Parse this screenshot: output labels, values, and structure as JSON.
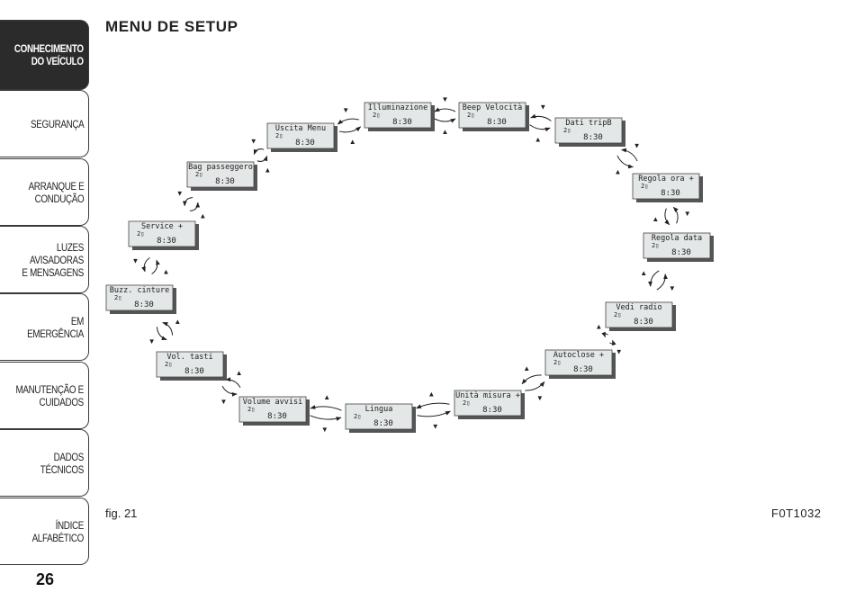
{
  "sidebar": {
    "tabs": [
      {
        "label": "CONHECIMENTO\nDO VEÍCULO",
        "active": true
      },
      {
        "label": "SEGURANÇA",
        "active": false
      },
      {
        "label": "ARRANQUE E\nCONDUÇÃO",
        "active": false
      },
      {
        "label": "LUZES AVISADORAS\nE MENSAGENS",
        "active": false
      },
      {
        "label": "EM EMERGÊNCIA",
        "active": false
      },
      {
        "label": "MANUTENÇÃO E\nCUIDADOS",
        "active": false
      },
      {
        "label": "DADOS TÉCNICOS",
        "active": false
      },
      {
        "label": "ÍNDICE ALFABÉTICO",
        "active": false
      }
    ]
  },
  "page_number": "26",
  "section_title": "MENU DE SETUP",
  "figure": {
    "label": "fig. 21",
    "code": "F0T1032",
    "screens": [
      {
        "title": "Illuminazione",
        "sub": "2▯",
        "time": "8:30"
      },
      {
        "title": "Beep Velocità",
        "sub": "2▯",
        "time": "8:30"
      },
      {
        "title": "Dati tripB",
        "sub": "2▯",
        "time": "8:30"
      },
      {
        "title": "Regola ora  +",
        "sub": "2▯",
        "time": "8:30"
      },
      {
        "title": "Regola data",
        "sub": "2▯",
        "time": "8:30"
      },
      {
        "title": "Vedi radio",
        "sub": "2▯",
        "time": "8:30"
      },
      {
        "title": "Autoclose  +",
        "sub": "2▯",
        "time": "8:30"
      },
      {
        "title": "Unità misura +",
        "sub": "2▯",
        "time": "8:30"
      },
      {
        "title": "Lingua",
        "sub": "2▯",
        "time": "8:30"
      },
      {
        "title": "Volume avvisi",
        "sub": "2▯",
        "time": "8:30"
      },
      {
        "title": "Vol. tasti",
        "sub": "2▯",
        "time": "8:30"
      },
      {
        "title": "Buzz. cinture",
        "sub": "2▯",
        "time": "8:30"
      },
      {
        "title": "Service   +",
        "sub": "2▯",
        "time": "8:30"
      },
      {
        "title": "Bag passeggero",
        "sub": "2▯",
        "time": "8:30"
      },
      {
        "title": "Uscita Menu",
        "sub": "2▯",
        "time": "8:30"
      }
    ]
  }
}
